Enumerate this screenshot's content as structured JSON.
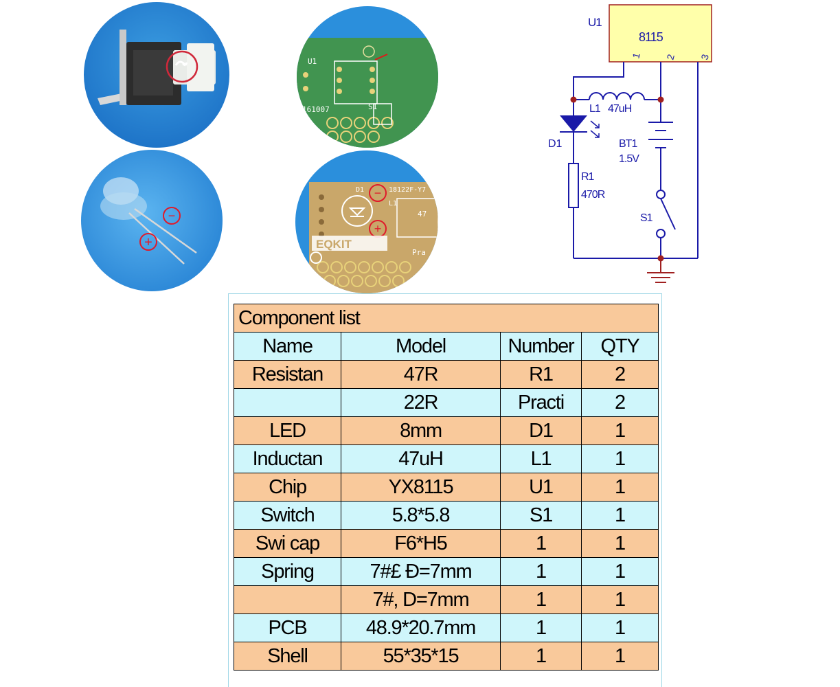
{
  "photos": {
    "switch": {
      "label": "switch-photo"
    },
    "pcb_top": {
      "silk_u1": "U1",
      "silk_code": "161007",
      "silk_s1": "S1"
    },
    "led": {
      "minus": "−",
      "plus": "+"
    },
    "pcb_bottom": {
      "silk_d1": "D1",
      "silk_code": "18122F-Y7",
      "silk_l1": "L1",
      "silk_47": "47",
      "silk_brand": "EQKIT",
      "silk_pra": "Pra"
    }
  },
  "schematic": {
    "u1_ref": "U1",
    "u1_value": "8115",
    "pin1": "1",
    "pin2": "2",
    "pin3": "3",
    "l1_ref": "L1",
    "l1_value": "47uH",
    "d1_ref": "D1",
    "bt1_ref": "BT1",
    "bt1_value": "1.5V",
    "r1_ref": "R1",
    "r1_value": "470R",
    "s1_ref": "S1",
    "colors": {
      "wire": "#1a1aa8",
      "part": "#1a1aa8",
      "node": "#a02020",
      "chip_fill": "#ffffaa",
      "chip_border": "#a02020",
      "ground": "#a02020"
    }
  },
  "component_list": {
    "title": "Component list",
    "headers": [
      "Name",
      "Model",
      "Number",
      "QTY"
    ],
    "rows": [
      {
        "name": "Resistan",
        "model": "47R",
        "number": "R1",
        "qty": "2"
      },
      {
        "name": "",
        "model": "22R",
        "number": "Practi",
        "qty": "2"
      },
      {
        "name": "LED",
        "model": "8mm",
        "number": "D1",
        "qty": "1"
      },
      {
        "name": "Inductan",
        "model": "47uH",
        "number": "L1",
        "qty": "1"
      },
      {
        "name": "Chip",
        "model": "YX8115",
        "number": "U1",
        "qty": "1"
      },
      {
        "name": "Switch",
        "model": "5.8*5.8",
        "number": "S1",
        "qty": "1"
      },
      {
        "name": "Swi cap",
        "model": "F6*H5",
        "number": "1",
        "qty": "1"
      },
      {
        "name": "Spring",
        "model": "7#£ Ð=7mm",
        "number": "1",
        "qty": "1"
      },
      {
        "name": "",
        "model": "7#, D=7mm",
        "number": "1",
        "qty": "1"
      },
      {
        "name": "PCB",
        "model": "48.9*20.7mm",
        "number": "1",
        "qty": "1"
      },
      {
        "name": "Shell",
        "model": "55*35*15",
        "number": "1",
        "qty": "1"
      }
    ],
    "colors": {
      "orange": "#f9c99b",
      "cyan": "#cff6fb"
    }
  }
}
